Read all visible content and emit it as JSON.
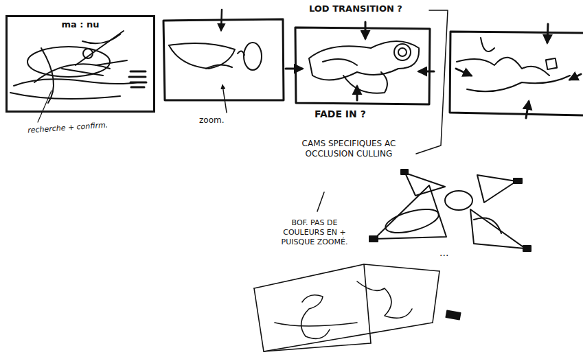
{
  "diagram": {
    "nodes": [
      {
        "text": [
          "ma : nu"
        ]
      }
    ],
    "labels": [
      "recherche + confirm.",
      "zoom.",
      "LOD TRANSITION ?",
      "FADE IN ?",
      "CAMS SPECIFIQUES AC OCCLUSION CULLING",
      "BOF. PAS DE COULEURS EN + PUISQUE ZOOMÉ.",
      "..."
    ]
  }
}
